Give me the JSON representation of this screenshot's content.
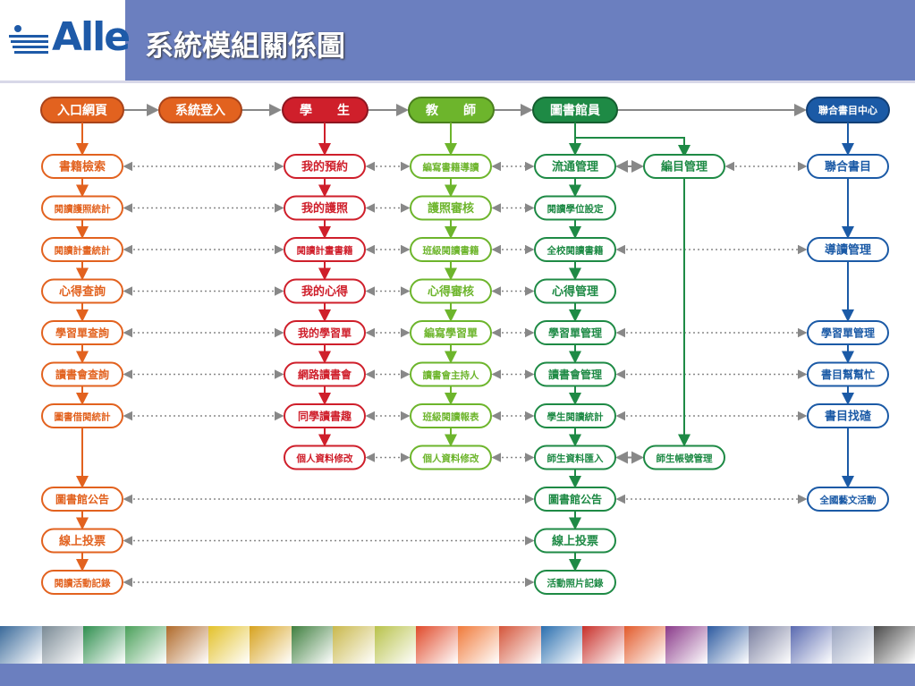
{
  "title": "系統模組關係圖",
  "logo": "Alle",
  "colors": {
    "header": "#6b7fbf",
    "orange": "#e2621f",
    "red": "#cf1f2b",
    "green_light": "#6db52c",
    "green_dark": "#1e8a45",
    "blue": "#1b5aa6"
  },
  "top": {
    "portal": "入口網頁",
    "login": "系統登入",
    "student": "學　　生",
    "teacher": "教　　師",
    "librarian": "圖書館員",
    "union": "聯合書目中心"
  },
  "columns": {
    "portal": [
      "書籍檢索",
      "閱讀護照統計",
      "閱讀計畫統計",
      "心得查詢",
      "學習單查詢",
      "讀書會查詢",
      "圖書借閱統計",
      "圖書館公告",
      "線上投票",
      "閱讀活動記錄"
    ],
    "student": [
      "我的預約",
      "我的護照",
      "閱讀計畫書籍",
      "我的心得",
      "我的學習單",
      "網路讀書會",
      "同學讀書趣",
      "個人資料修改"
    ],
    "teacher": [
      "編寫書籍導讀",
      "護照審核",
      "班級閱讀書籍",
      "心得審核",
      "編寫學習單",
      "讀書會主持人",
      "班級閱讀報表",
      "個人資料修改"
    ],
    "librarian": [
      "流通管理",
      "閱讀學位設定",
      "全校閱讀書籍",
      "心得管理",
      "學習單管理",
      "讀書會管理",
      "學生閱讀統計",
      "師生資料匯入",
      "圖書館公告",
      "線上投票",
      "活動照片記錄"
    ],
    "catalog": [
      "編目管理",
      "師生帳號管理"
    ],
    "union": [
      "聯合書目",
      "導讀管理",
      "學習單管理",
      "書目幫幫忙",
      "書目找碴",
      "全國藝文活動"
    ]
  },
  "strip_colors": [
    "#3a6a9a",
    "#7a8a95",
    "#2f8f4f",
    "#4aa05a",
    "#b06a2a",
    "#e3c12a",
    "#d7a21e",
    "#3f7f3f",
    "#c9b84c",
    "#b8c24a",
    "#e04a2a",
    "#f07a3a",
    "#d4553a",
    "#2a6faf",
    "#c8302a",
    "#e25a2a",
    "#8a3a8a",
    "#2c5aa0",
    "#7a7fa0",
    "#5a6ab0",
    "#9aa5c0",
    "#4a4a4a"
  ]
}
